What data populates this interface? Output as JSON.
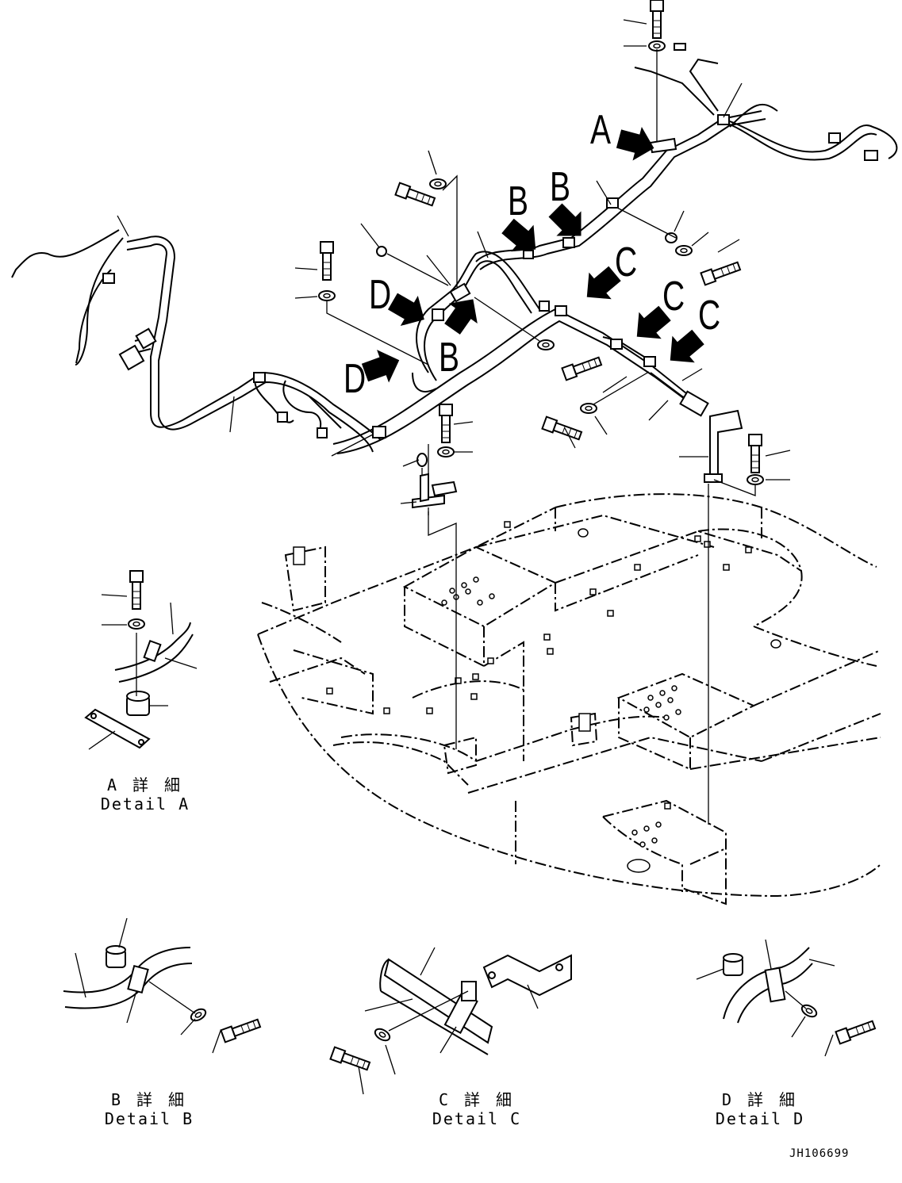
{
  "callouts": {
    "a": "A",
    "b": "B",
    "c": "C",
    "d": "D"
  },
  "details": [
    {
      "jp": "A 詳 細",
      "en": "Detail A"
    },
    {
      "jp": "B 詳 細",
      "en": "Detail B"
    },
    {
      "jp": "C 詳 細",
      "en": "Detail C"
    },
    {
      "jp": "D 詳 細",
      "en": "Detail D"
    }
  ],
  "doc_id": "JH106699"
}
